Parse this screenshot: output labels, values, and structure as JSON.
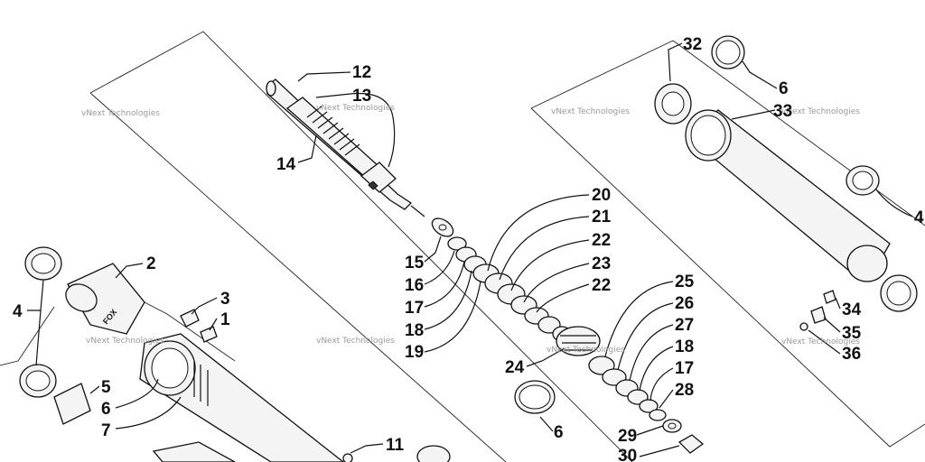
{
  "watermark": {
    "text": "vNext Technologies",
    "positions_label": "watermark"
  },
  "callouts": {
    "c12": "12",
    "c13": "13",
    "c14": "14",
    "c2": "2",
    "c3": "3",
    "c1": "1",
    "c4_left": "4",
    "c5": "5",
    "c6_left": "6",
    "c7": "7",
    "c11": "11",
    "c20": "20",
    "c21": "21",
    "c22a": "22",
    "c23": "23",
    "c22b": "22",
    "c15": "15",
    "c16": "16",
    "c17a": "17",
    "c18a": "18",
    "c19": "19",
    "c25": "25",
    "c26": "26",
    "c27": "27",
    "c18b": "18",
    "c17b": "17",
    "c28": "28",
    "c24": "24",
    "c6_mid": "6",
    "c29": "29",
    "c30": "30",
    "c32": "32",
    "c6_right": "6",
    "c33": "33",
    "c4_right": "4",
    "c34": "34",
    "c35": "35",
    "c36": "36"
  },
  "brand_mark": "FOX"
}
